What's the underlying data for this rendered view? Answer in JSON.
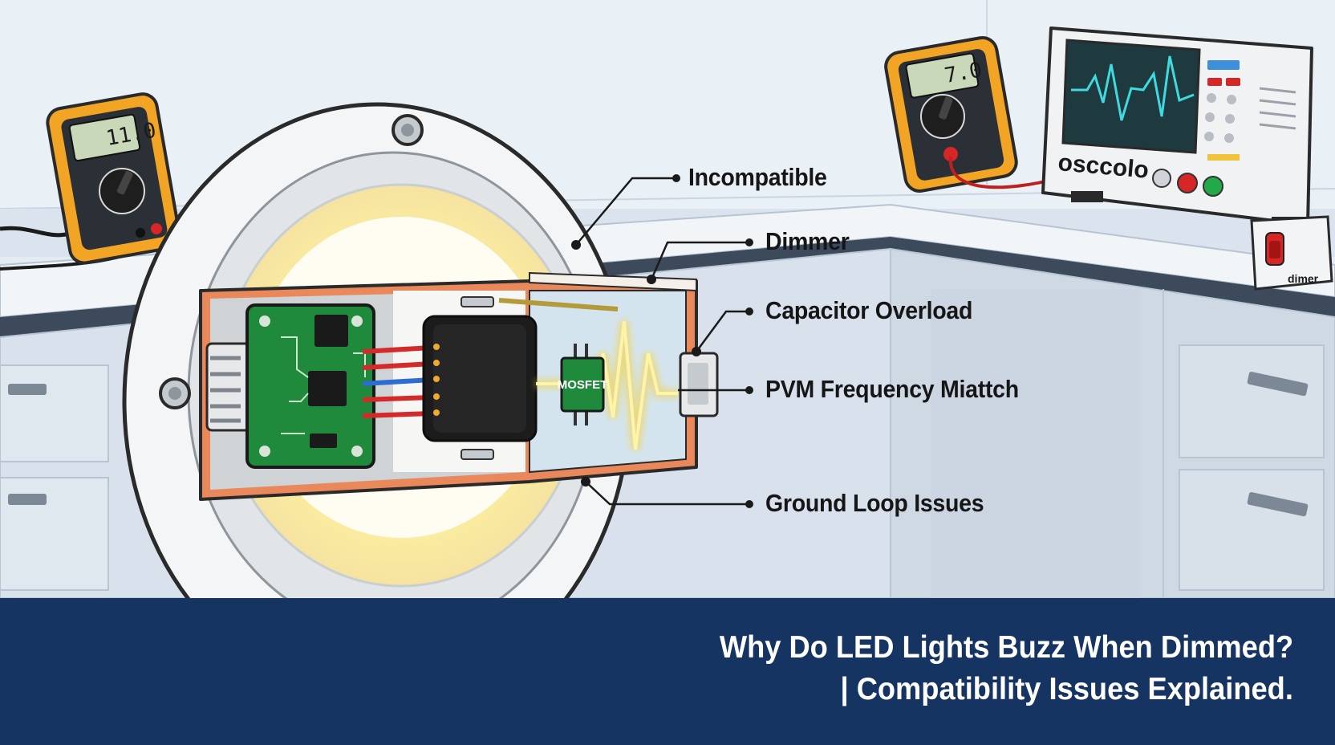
{
  "callouts": [
    {
      "id": "incompatible",
      "label": "Incompatible"
    },
    {
      "id": "dimmer",
      "label": "Dimmer"
    },
    {
      "id": "capacitor",
      "label": "Capacitor Overload"
    },
    {
      "id": "pwm",
      "label": "PVM Frequency Miattch"
    },
    {
      "id": "ground",
      "label": "Ground Loop Issues"
    }
  ],
  "title": {
    "line1": "Why Do LED Lights Buzz When Dimmed?",
    "line2": "| Compatibility Issues Explained."
  },
  "components": {
    "mosfet_label": "MOSFET",
    "multimeter_left_reading": "11.0",
    "multimeter_right_reading": "7.0",
    "oscilloscope_brand": "osccolo",
    "dimmer_label": "dimer"
  },
  "colors": {
    "banner": "#163462",
    "pcb": "#1f8a3c",
    "housing_orange": "#e9885a",
    "glow_yellow": "#f4d23c",
    "multimeter_yellow": "#f2a524",
    "scope_wave": "#3fd9e0"
  }
}
